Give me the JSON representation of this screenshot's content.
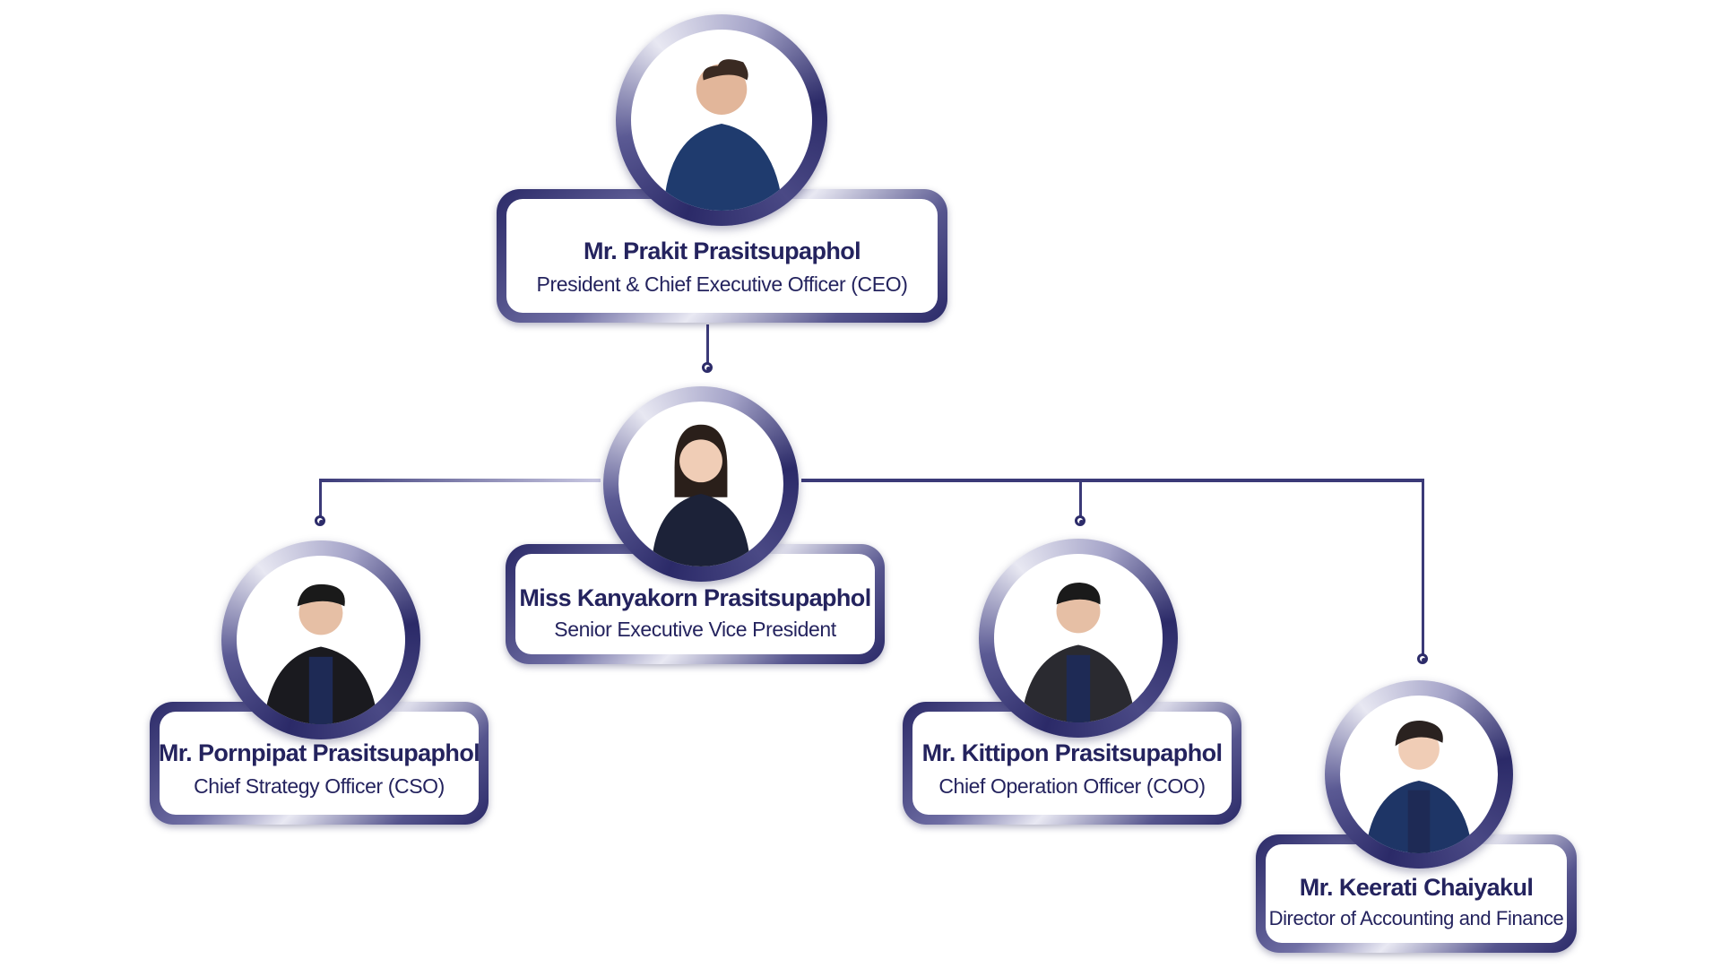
{
  "people": [
    {
      "name": "Mr. Prakit Prasitsupaphol",
      "role": "President & Chief Executive Officer (CEO)",
      "suit": "#1f3b6e"
    },
    {
      "name": "Miss Kanyakorn Prasitsupaphol",
      "role": "Senior Executive Vice President",
      "suit": "#1c2238"
    },
    {
      "name": "Mr. Pornpipat Prasitsupaphol",
      "role": "Chief Strategy Officer (CSO)",
      "suit": "#1a1a1f"
    },
    {
      "name": "Mr. Kittipon Prasitsupaphol",
      "role": "Chief Operation Officer (COO)",
      "suit": "#2a2a30"
    },
    {
      "name": "Mr. Keerati Chaiyakul",
      "role": "Director of Accounting and Finance",
      "suit": "#1e3566"
    }
  ],
  "colors": {
    "navy": "#24235e",
    "line": "#3b3a78"
  }
}
